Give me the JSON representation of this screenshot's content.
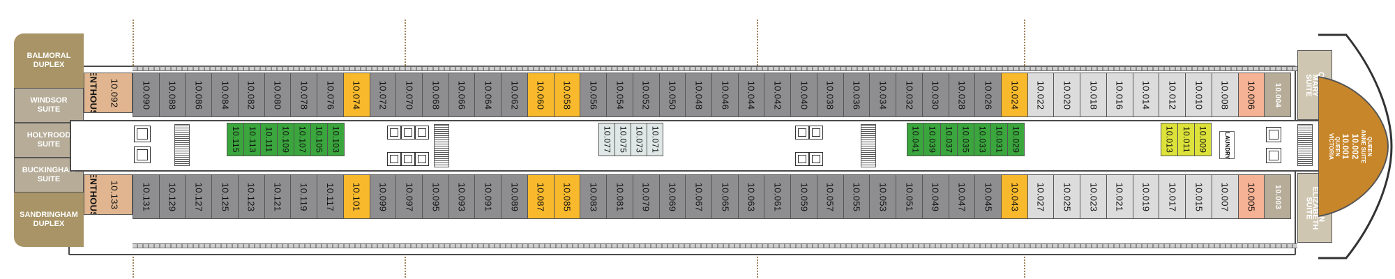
{
  "aft": {
    "balmoral": "BALMORAL\nDUPLEX",
    "windsor": "WINDSOR\nSUITE",
    "holyrood": "HOLYROOD\nSUITE",
    "buckingham": "BUCKINGHAM\nSUITE",
    "sandringham": "SANDRINGHAM\nDUPLEX"
  },
  "penthouse_label": "PENTHOUSE",
  "penthouse_top": "10.092",
  "penthouse_bottom": "10.133",
  "colors": {
    "standard": "#8e8e90",
    "light": "#dcdcdc",
    "yellow": "#f8b92c",
    "green": "#3aa63d",
    "lime": "#dde23a",
    "pent": "#e0b58f",
    "salmon": "#f6b294",
    "suite": "#b6ac98",
    "bow": "#c8862a"
  },
  "top_cabins": [
    "10.090",
    "10.088",
    "10.086",
    "10.084",
    "10.082",
    "10.080",
    "10.078",
    "10.076",
    "10.074",
    "10.072",
    "10.070",
    "10.068",
    "10.066",
    "10.064",
    "10.062",
    "10.060",
    "10.058",
    "10.056",
    "10.054",
    "10.052",
    "10.050",
    "10.048",
    "10.046",
    "10.044",
    "10.042",
    "10.040",
    "10.038",
    "10.036",
    "10.034",
    "10.032",
    "10.030",
    "10.028",
    "10.026",
    "10.024",
    "10.022",
    "10.020",
    "10.018",
    "10.016",
    "10.014",
    "10.012",
    "10.010",
    "10.008",
    "10.006",
    "10.004"
  ],
  "bottom_cabins": [
    "10.131",
    "10.129",
    "10.127",
    "10.125",
    "10.123",
    "10.121",
    "10.119",
    "10.117",
    "10.101",
    "10.099",
    "10.097",
    "10.095",
    "10.093",
    "10.091",
    "10.089",
    "10.087",
    "10.085",
    "10.083",
    "10.081",
    "10.079",
    "10.069",
    "10.067",
    "10.065",
    "10.063",
    "10.061",
    "10.059",
    "10.057",
    "10.055",
    "10.053",
    "10.051",
    "10.049",
    "10.047",
    "10.045",
    "10.043",
    "10.027",
    "10.025",
    "10.023",
    "10.021",
    "10.019",
    "10.017",
    "10.015",
    "10.007",
    "10.005",
    "10.003"
  ],
  "inner_aft": [
    "10.115",
    "10.113",
    "10.111",
    "10.109",
    "10.107",
    "10.105",
    "10.103"
  ],
  "inner_mid": [
    "10.077",
    "10.075",
    "10.073",
    "10.071"
  ],
  "inner_fwd": [
    "10.041",
    "10.039",
    "10.037",
    "10.035",
    "10.033",
    "10.031",
    "10.029"
  ],
  "inner_bow": [
    "10.013",
    "10.011",
    "10.009"
  ],
  "laundry": "LAUNDRY",
  "queen_mary": "QUEEN MARY\nSUITE",
  "queen_elizabeth": "QUEEN ELIZABETH\nSUITE",
  "queen_anne": "QUEEN\nANNE SUITE",
  "queen_victoria": "QUEEN\nVICTORIA",
  "bow_top": "10.002",
  "bow_bottom": "10.001"
}
